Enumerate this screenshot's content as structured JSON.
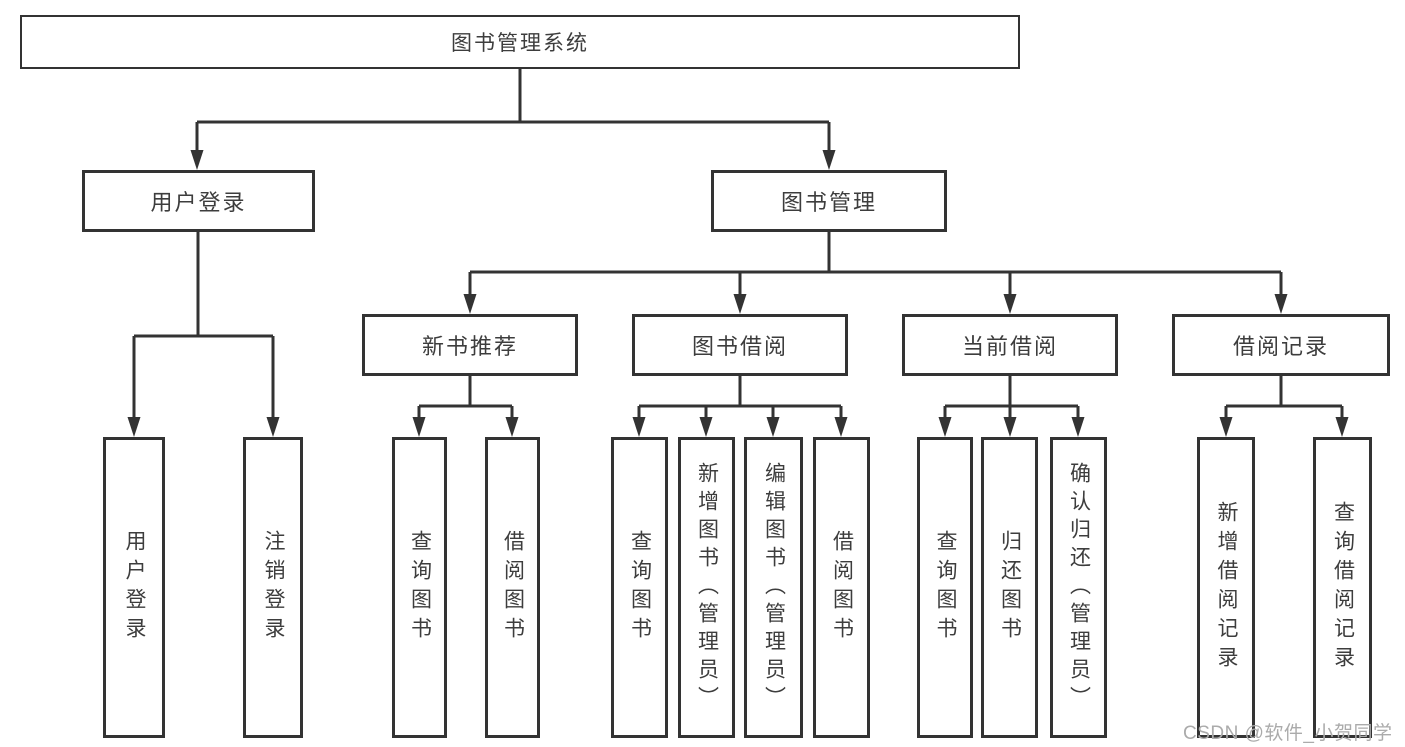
{
  "diagram_type": "hierarchy-tree",
  "colors": {
    "line": "#333333",
    "node_border": "#333333",
    "node_text": "#3d3d3d",
    "background": "#ffffff",
    "watermark_text": "#ababab"
  },
  "tree": {
    "id": "library-management-system",
    "label": "图书管理系统",
    "children": [
      {
        "id": "user-login",
        "label": "用户登录",
        "children": [
          {
            "id": "leaf-user-login",
            "label": "用户登录"
          },
          {
            "id": "leaf-logout",
            "label": "注销登录"
          }
        ]
      },
      {
        "id": "book-management",
        "label": "图书管理",
        "children": [
          {
            "id": "new-book-recommend",
            "label": "新书推荐",
            "children": [
              {
                "id": "leaf-query-books-1",
                "label": "查询图书"
              },
              {
                "id": "leaf-borrow-books-1",
                "label": "借阅图书"
              }
            ]
          },
          {
            "id": "book-borrowing",
            "label": "图书借阅",
            "children": [
              {
                "id": "leaf-query-books-2",
                "label": "查询图书"
              },
              {
                "id": "leaf-add-book-admin",
                "label": "新增图书（管理员）"
              },
              {
                "id": "leaf-edit-book-admin",
                "label": "编辑图书（管理员）"
              },
              {
                "id": "leaf-borrow-books-2",
                "label": "借阅图书"
              }
            ]
          },
          {
            "id": "current-borrowing",
            "label": "当前借阅",
            "children": [
              {
                "id": "leaf-query-books-3",
                "label": "查询图书"
              },
              {
                "id": "leaf-return-book",
                "label": "归还图书"
              },
              {
                "id": "leaf-confirm-return-admin",
                "label": "确认归还（管理员）"
              }
            ]
          },
          {
            "id": "borrowing-records",
            "label": "借阅记录",
            "children": [
              {
                "id": "leaf-add-borrow-record",
                "label": "新增借阅记录"
              },
              {
                "id": "leaf-query-borrow-record",
                "label": "查询借阅记录"
              }
            ]
          }
        ]
      }
    ]
  },
  "watermark": "CSDN @软件_小贺同学"
}
